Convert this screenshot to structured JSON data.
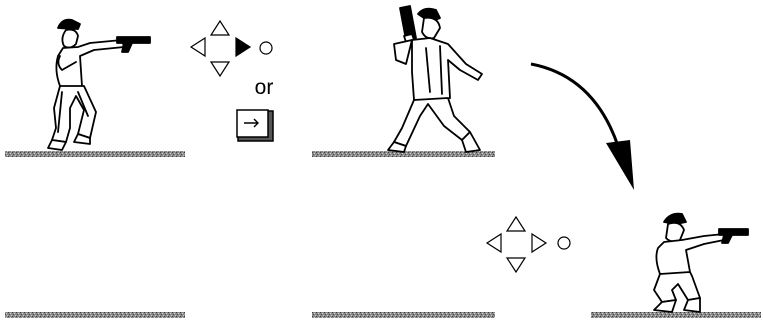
{
  "instructions": {
    "or_text": "or",
    "key_glyph": "→"
  },
  "icons": {
    "dpad_top": "dpad-right-pressed-button-circle",
    "dpad_bottom": "dpad-right-button-circle",
    "key": "right-arrow-key",
    "curve_arrow": "curved-down-arrow",
    "figure_1": "gunman-aiming-standing",
    "figure_2": "gunman-holstered-standing",
    "figure_3": "gunman-aiming-crouching"
  },
  "colors": {
    "ink": "#000000",
    "ground": "#7a7a7a",
    "background": "#ffffff"
  }
}
